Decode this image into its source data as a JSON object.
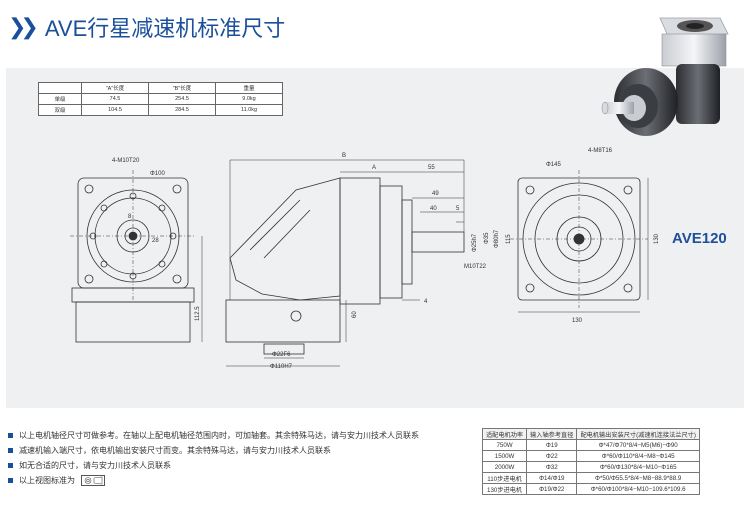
{
  "header": {
    "chevrons": "❯❯",
    "title": "AVE行星减速机标准尺寸"
  },
  "dim_table": {
    "headers": [
      "",
      "\"A\"长度",
      "\"B\"长度",
      "重量"
    ],
    "rows": [
      [
        "单级",
        "74.5",
        "254.5",
        "9.0kg"
      ],
      [
        "双级",
        "104.5",
        "284.5",
        "11.0kg"
      ]
    ]
  },
  "drawing_labels": {
    "left_bolt": "4-M10T20",
    "left_dia": "Φ100",
    "left_w8": "8",
    "left_h28": "28",
    "left_h112": "112.5",
    "B": "B",
    "A": "A",
    "d55": "55",
    "d49": "49",
    "d40": "40",
    "d5": "5",
    "phi25": "Φ25h7",
    "phi35": "Φ35",
    "phi80": "Φ80h7",
    "d115": "115",
    "m10t22": "M10T22",
    "d4": "4",
    "d60": "60",
    "phi22": "Φ22F6",
    "phi110": "Φ110H7",
    "right_bolt": "4-M8T16",
    "phi145": "Φ145",
    "d130v": "130",
    "d130h": "130"
  },
  "model": "AVE120",
  "notes": [
    "以上电机轴径尺寸可做参考。在轴以上配电机轴径范围内时，可加轴套。其余特殊马达，请与安力川技术人员联系",
    "减速机输入端尺寸，依电机输出安装尺寸而变。其余特殊马达，请与安力川技术人员联系",
    "如无合适的尺寸，请与安力川技术人员联系",
    "以上视图标准为"
  ],
  "spec_table": {
    "headers": [
      "适配电机功率",
      "输入轴参考直径",
      "配电机输出安装尺寸(减速机连接法兰尺寸)"
    ],
    "rows": [
      [
        "750W",
        "Φ19",
        "Φ*47/Φ70*8/4−M5(M6)−Φ90"
      ],
      [
        "1500W",
        "Φ22",
        "Φ*60/Φ110*8/4−M8−Φ145"
      ],
      [
        "2000W",
        "Φ32",
        "Φ*60/Φ130*8/4−M10−Φ165"
      ],
      [
        "110步进电机",
        "Φ14/Φ19",
        "Φ*50/Φ55.5*8/4−M8−88.9*88.9"
      ],
      [
        "130步进电机",
        "Φ19/Φ22",
        "Φ*60/Φ100*8/4−M10−109.6*109.6"
      ]
    ]
  },
  "colors": {
    "accent": "#1a4f9c",
    "panel": "#eef0f1"
  }
}
